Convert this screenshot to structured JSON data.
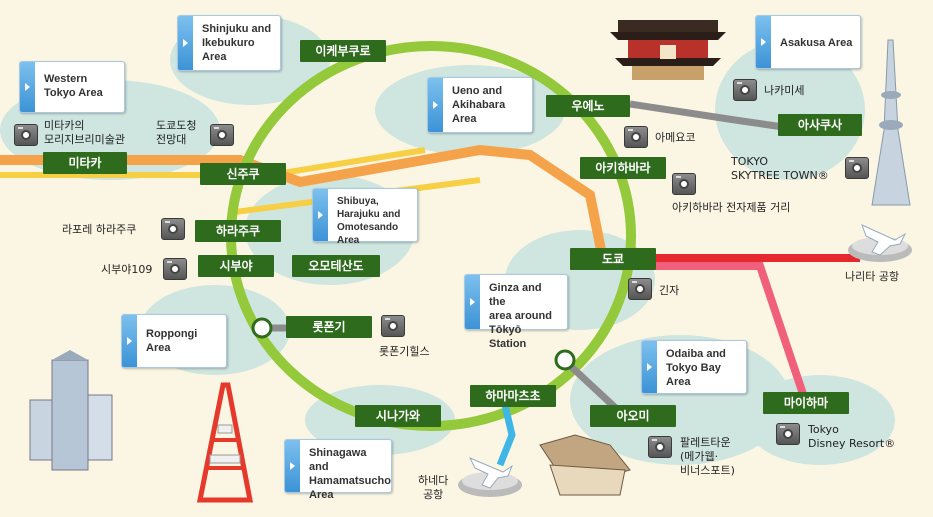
{
  "colors": {
    "loop": "#93c93a",
    "chuo": "#f5a34a",
    "chuo_yellow": "#f7cf44",
    "narita": "#e4292f",
    "keiyo": "#f0607a",
    "monorail": "#3fb6e6",
    "ginza": "#8c8c8c",
    "station": "#2e6b1c",
    "blob": "#cfe5df"
  },
  "stations": {
    "ikebukuro": "이케부쿠로",
    "ueno": "우에노",
    "asakusa": "아사쿠사",
    "mitaka": "미타카",
    "shinjuku": "신주쿠",
    "akihabara": "아키하바라",
    "harajuku": "하라주쿠",
    "shibuya": "시부야",
    "omotesando": "오모테산도",
    "tokyo": "도쿄",
    "roppongi": "롯폰기",
    "hamamatsucho": "하마마츠초",
    "shinagawa": "시나가와",
    "aomi": "아오미",
    "maihama": "마이하마"
  },
  "areas": {
    "shinjuku_ikebukuro": "Shinjuku and\nIkebukuro\nArea",
    "western_tokyo": "Western\nTokyo Area",
    "ueno_akihabara": "Ueno and\nAkihabara\nArea",
    "asakusa": "Asakusa Area",
    "shibuya": "Shibuya,\nHarajuku and\nOmotesando Area",
    "ginza": "Ginza and the\narea around\nTōkyō Station",
    "roppongi": "Roppongi\nArea",
    "odaiba": "Odaiba and\nTokyo Bay\nArea",
    "shinagawa": "Shinagawa and\nHamamatsucho\nArea"
  },
  "spots": {
    "mitaka_museum": "미타카의\n모리지브리미술관",
    "tocho": "도쿄도청\n전망대",
    "nakamise": "나카미세",
    "ameyoko": "아메요코",
    "skytree": "TOKYO\nSKYTREE TOWN®",
    "akiba_electric": "아키하바라 전자제품 거리",
    "laforet": "라포레 하라주쿠",
    "shibuya109": "시부야109",
    "ginza": "긴자",
    "roppongi_hills": "롯폰기힐스",
    "pallet_town": "팔레트타운\n(메가웹·\n비너스포트)",
    "disney": "Tokyo\nDisney Resort®"
  },
  "airports": {
    "narita": "나리타 공항",
    "haneda": "하네다\n공항"
  }
}
